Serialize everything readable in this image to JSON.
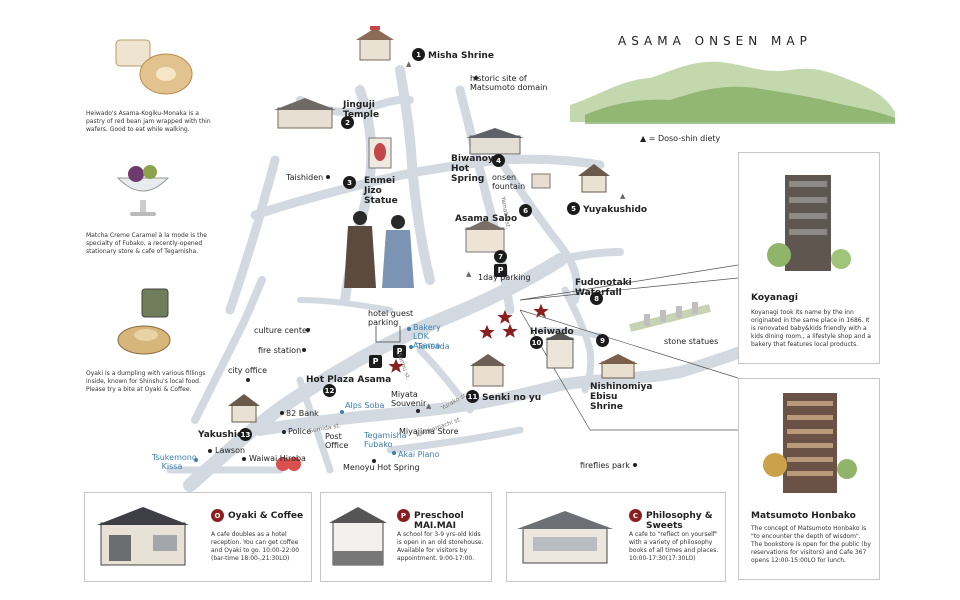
{
  "map_title": "ASAMA ONSEN MAP",
  "legend_doso": "= Doso-shin diety",
  "left_notes": {
    "monaka": "Heiwado's Asama-Kogiku-Monaka is a pastry of red bean jam wrapped with thin wafers. Good to eat while walking.",
    "matcha": "Matcha Creme Caramel à la mode is the specialty of Fubako, a recently-opened stationary store & cafe of Tegamisha.",
    "oyaki": "Oyaki is a dumpling with various fillings inside, known for Shinshu's local food. Please try a bite at Oyaki & Coffee."
  },
  "places": {
    "p1": {
      "num": "1",
      "name": "Misha Shrine"
    },
    "p2": {
      "num": "2",
      "name": "Jinguji Temple"
    },
    "p3": {
      "num": "3",
      "name": "Enmei Jizo Statue"
    },
    "p4": {
      "num": "4",
      "name": "Biwanoyu Hot Spring"
    },
    "p5": {
      "num": "5",
      "name": "Yuyakushido"
    },
    "p6": {
      "num": "6",
      "name": "onsen fountain"
    },
    "p7": {
      "num": "7",
      "name": "Asama Sabo"
    },
    "p8": {
      "num": "8",
      "name": "Fudonotaki Waterfall"
    },
    "p9": {
      "num": "9",
      "name": "Nishinomiya Ebisu Shrine"
    },
    "p10": {
      "num": "10",
      "name": "Heiwado"
    },
    "p11": {
      "num": "11",
      "name": "Senki no yu"
    },
    "p12": {
      "num": "12",
      "name": "Hot Plaza Asama"
    },
    "p13": {
      "num": "13",
      "name": "Yakushido"
    }
  },
  "labels": {
    "historic": "historic site of Matsumoto domain",
    "taishiden": "Taishiden",
    "parking_p": "P",
    "parking_1day": "1day parking",
    "hotel_guest": "hotel guest parking",
    "bakery": "Bakery LDK Asama",
    "tensada": "Tensada",
    "culture_center": "culture center",
    "fire_station": "fire station",
    "city_office": "city office",
    "bank": "82 Bank",
    "police": "Police",
    "lawson": "Lawson",
    "tsukemono": "Tsukemono Kissa",
    "waiwai": "Waiwai Hiroba",
    "alps_soba": "Alps Soba",
    "miyata": "Miyata Souvenir",
    "post_office": "Post Office",
    "tegamisha": "Tegamisha Fubako",
    "miyajima": "Miyajima Store",
    "akai_piano": "Akai Piano",
    "menoyu": "Menoyu Hot Spring",
    "fireflies": "fireflies park",
    "stone_statues": "stone statues",
    "yamabe_st": "Yamabe st.",
    "yunokamachi_st": "Yunokamachi st.",
    "sanbu_st": "Sanbu st.",
    "yurako_st": "Yurako st.",
    "sumida_st": "Sumida st."
  },
  "panels": {
    "koyanagi": {
      "title": "Koyanagi",
      "text": "Koyanagi took its name by the inn originated in the same place in 1686. It is renovated baby&kids friendly with a kids dining room., a lifestyle shop and a bakery that features local products."
    },
    "honbako": {
      "title": "Matsumoto Honbako",
      "text": "The concept of Matsumoto Honbako is \"to encounter the depth of wisdom\". The bookstore is open for the public (by reservations for visitors) and Cafe 367 opens 12:00-15:00LO for lunch."
    },
    "oyaki_coffee": {
      "badge": "O",
      "title": "Oyaki & Coffee",
      "text": "A cafe doubles as a hotel reception. You can get coffee and Oyaki to go. 10:00-22:00 (bar-time 18:00-,21:30LO)"
    },
    "preschool": {
      "badge": "P",
      "title": "Preschool MAI.MAI",
      "text": "A school for 3-9 yrs-old kids is open in an old storehouse. Available for visitors by appointment. 9:00-17:00."
    },
    "philosophy": {
      "badge": "C",
      "title": "Philosophy & Sweets",
      "text": "A cafe to \"reflect on yourself\" with a variety of philosophy books of all times and places. 10:00-17:30(17:30LO)"
    }
  },
  "colors": {
    "road": "#d3d9e1",
    "star": "#8a1f1f",
    "blue_label": "#3f7fae",
    "mountain": "#8fb46a"
  }
}
